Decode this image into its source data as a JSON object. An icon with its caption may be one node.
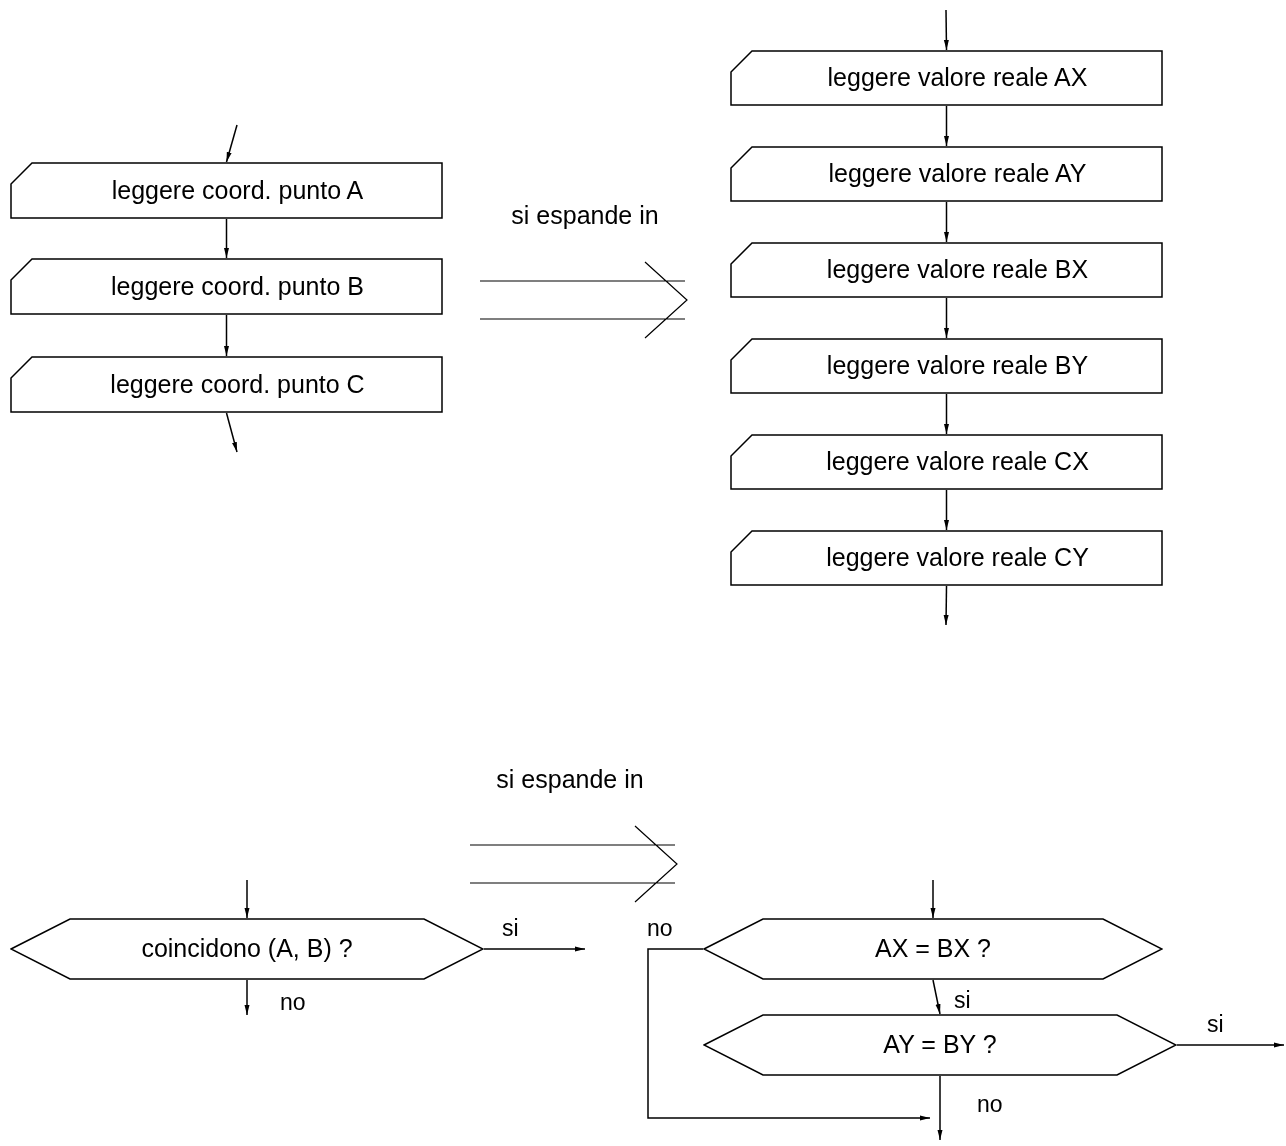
{
  "diagram": {
    "nodes": [
      {
        "text": [
          "leggere coord. punto A"
        ]
      },
      {
        "text": [
          "leggere coord. punto B"
        ]
      },
      {
        "text": [
          "leggere coord. punto C"
        ]
      },
      {
        "text": [
          "leggere valore reale AX"
        ]
      },
      {
        "text": [
          "leggere valore reale AY"
        ]
      },
      {
        "text": [
          "leggere valore reale BX"
        ]
      },
      {
        "text": [
          "leggere valore reale BY"
        ]
      },
      {
        "text": [
          "leggere valore reale CX"
        ]
      },
      {
        "text": [
          "leggere valore reale CY"
        ]
      },
      {
        "text": [
          "coincidono (A, B) ?"
        ]
      },
      {
        "text": [
          "AX = BX ?"
        ]
      },
      {
        "text": [
          "AY = BY ?"
        ]
      }
    ],
    "edges": [
      {
        "from": null,
        "to": 0,
        "arrow": "to"
      },
      {
        "from": 0,
        "to": 1,
        "arrow": "to"
      },
      {
        "from": 1,
        "to": 2,
        "arrow": "to"
      },
      {
        "from": 2,
        "to": null,
        "arrow": "to"
      },
      {
        "from": null,
        "to": 3,
        "arrow": "to"
      },
      {
        "from": 3,
        "to": 4,
        "arrow": "to"
      },
      {
        "from": 4,
        "to": 5,
        "arrow": "to"
      },
      {
        "from": 5,
        "to": 6,
        "arrow": "to"
      },
      {
        "from": 6,
        "to": 7,
        "arrow": "to"
      },
      {
        "from": 7,
        "to": 8,
        "arrow": "to"
      },
      {
        "from": 8,
        "to": null,
        "arrow": "to"
      },
      {
        "from": null,
        "to": 9,
        "arrow": "to"
      },
      {
        "from": 9,
        "to": null,
        "arrow": "to",
        "label": "si"
      },
      {
        "from": 9,
        "to": null,
        "arrow": "to",
        "label": "no"
      },
      {
        "from": null,
        "to": 10,
        "arrow": "to"
      },
      {
        "from": 10,
        "to": 11,
        "arrow": "to",
        "label": "si"
      },
      {
        "from": 11,
        "to": null,
        "arrow": "to",
        "label": "si"
      },
      {
        "from": 11,
        "to": null,
        "arrow": "to",
        "label": "no"
      },
      {
        "from": 10,
        "to": null,
        "arrow": "to",
        "label": "no"
      }
    ],
    "labels": [
      "si espande in",
      "si espande in"
    ]
  }
}
